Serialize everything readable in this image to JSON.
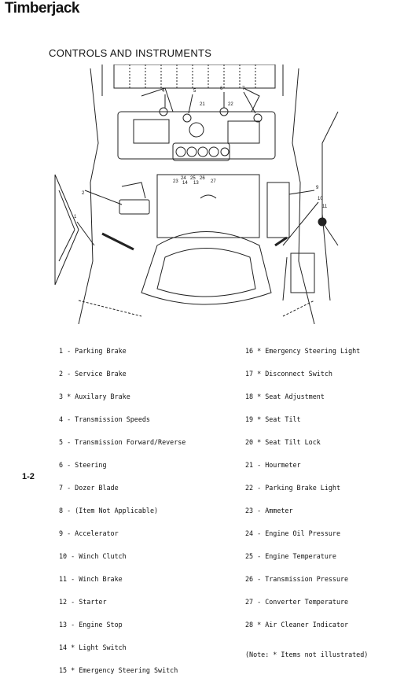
{
  "header": {
    "brand": "Timberjack"
  },
  "section": {
    "title": "CONTROLS  AND INSTRUMENTS"
  },
  "diagram": {
    "callouts": [
      "1",
      "2",
      "4",
      "5",
      "6",
      "7",
      "9",
      "10",
      "11",
      "13",
      "14",
      "21",
      "22",
      "23",
      "24",
      "25",
      "26",
      "27"
    ]
  },
  "legend": {
    "left": [
      "1 - Parking Brake",
      "2 - Service Brake",
      "3 * Auxilary Brake",
      "4 - Transmission Speeds",
      "5 - Transmission Forward/Reverse",
      "6 - Steering",
      "7 - Dozer Blade",
      "8 - (Item Not Applicable)",
      "9 - Accelerator",
      "10 - Winch Clutch",
      "11 - Winch Brake",
      "12 - Starter",
      "13 - Engine Stop",
      "14 * Light Switch",
      "15 * Emergency Steering Switch"
    ],
    "right": [
      "16 * Emergency Steering Light",
      "17 * Disconnect Switch",
      "18 * Seat Adjustment",
      "19 * Seat Tilt",
      "20 * Seat Tilt Lock",
      "21 - Hourmeter",
      "22 - Parking Brake Light",
      "23 - Ammeter",
      "24 - Engine Oil Pressure",
      "25 - Engine Temperature",
      "26 - Transmission Pressure",
      "27 - Converter Temperature",
      "28 * Air Cleaner Indicator"
    ],
    "note": "(Note: * Items not illustrated)"
  },
  "footer": {
    "page_number": "1-2"
  }
}
